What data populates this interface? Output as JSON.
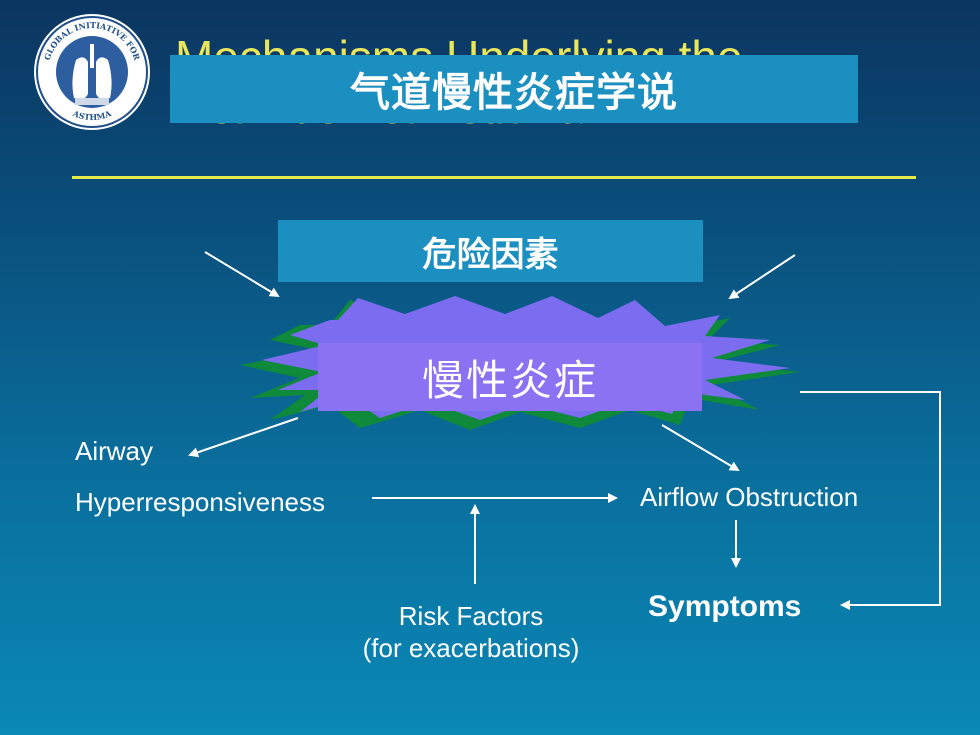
{
  "slide": {
    "background_title_line1": "Mechanisms Underlying the",
    "background_title_line2": "Definition of Asthma",
    "title_overlay": "气道慢性炎症学说",
    "logo_text_top": "GLOBAL INITIATIVE FOR",
    "logo_text_bottom": "ASTHMA"
  },
  "diagram": {
    "risk_factors_cn": "危险因素",
    "inflammation_cn": "慢性炎症",
    "airway": "Airway",
    "hyperresponsiveness": "Hyperresponsiveness",
    "airflow_obstruction": "Airflow Obstruction",
    "risk_factors": "Risk Factors",
    "for_exacerbations": "(for exacerbations)",
    "symptoms": "Symptoms"
  },
  "colors": {
    "title_yellow": "#e8e65a",
    "overlay_blue": "#1a8fc0",
    "burst_purple": "#8a72f2",
    "burst_green": "#0e8a3a"
  }
}
